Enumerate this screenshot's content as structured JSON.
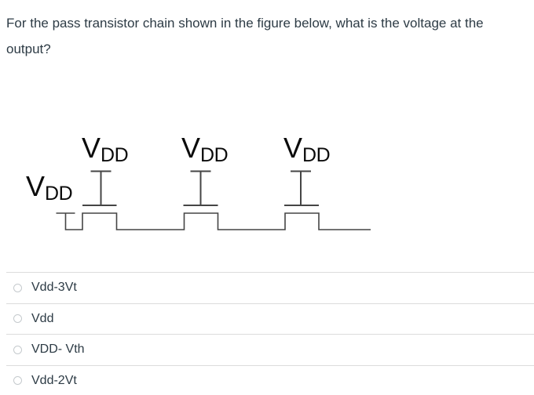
{
  "question": {
    "text": "For the pass transistor chain shown in the figure below, what is the voltage at the output?"
  },
  "figure": {
    "input_label": {
      "base": "V",
      "sub": "DD"
    },
    "gate_labels": [
      {
        "base": "V",
        "sub": "DD"
      },
      {
        "base": "V",
        "sub": "DD"
      },
      {
        "base": "V",
        "sub": "DD"
      }
    ]
  },
  "options": [
    {
      "label": "Vdd-3Vt"
    },
    {
      "label": "Vdd"
    },
    {
      "label": "VDD- Vth"
    },
    {
      "label": "Vdd-2Vt"
    }
  ],
  "colors": {
    "question_text": "#2d3b45",
    "option_text": "#2d3b45",
    "divider": "#dcdcdc",
    "circuit_line": "#454545",
    "figure_label": "#0b0b0b",
    "radio_ring": "#c5cacd",
    "background": "#ffffff"
  }
}
